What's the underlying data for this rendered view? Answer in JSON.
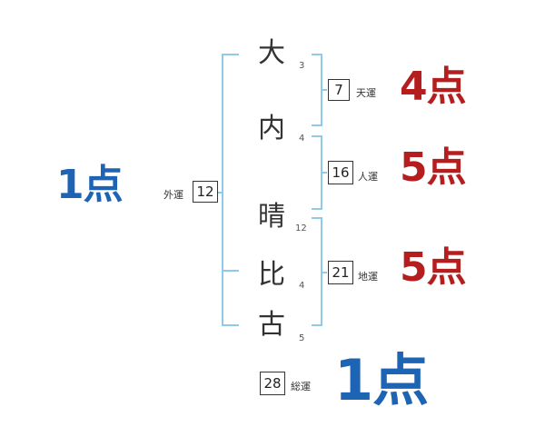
{
  "name_chars": [
    {
      "char": "大",
      "strokes": "3"
    },
    {
      "char": "内",
      "strokes": "4"
    },
    {
      "char": "晴",
      "strokes": "12"
    },
    {
      "char": "比",
      "strokes": "4"
    },
    {
      "char": "古",
      "strokes": "5"
    }
  ],
  "fortunes": {
    "gaiun": {
      "label": "外運",
      "value": "12",
      "score": "1点"
    },
    "tenun": {
      "label": "天運",
      "value": "7",
      "score": "4点"
    },
    "jinun": {
      "label": "人運",
      "value": "16",
      "score": "5点"
    },
    "chiun": {
      "label": "地運",
      "value": "21",
      "score": "5点"
    },
    "souun": {
      "label": "総運",
      "value": "28",
      "score": "1点"
    }
  },
  "colors": {
    "bracket": "#8ecbe6",
    "score_blue": "#1e64b4",
    "score_red": "#b41e1e"
  }
}
